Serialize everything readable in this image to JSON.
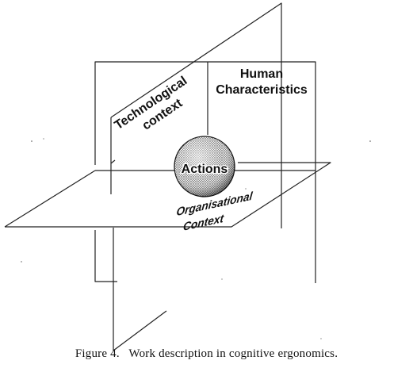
{
  "diagram": {
    "labels": {
      "technological": [
        "Technological",
        "context"
      ],
      "human": [
        "Human",
        "Characteristics"
      ],
      "center": "Actions",
      "organisational": [
        "Organisational",
        "Context"
      ]
    }
  },
  "caption": {
    "figure_label": "Figure 4.",
    "text": "Work description in cognitive ergonomics."
  }
}
